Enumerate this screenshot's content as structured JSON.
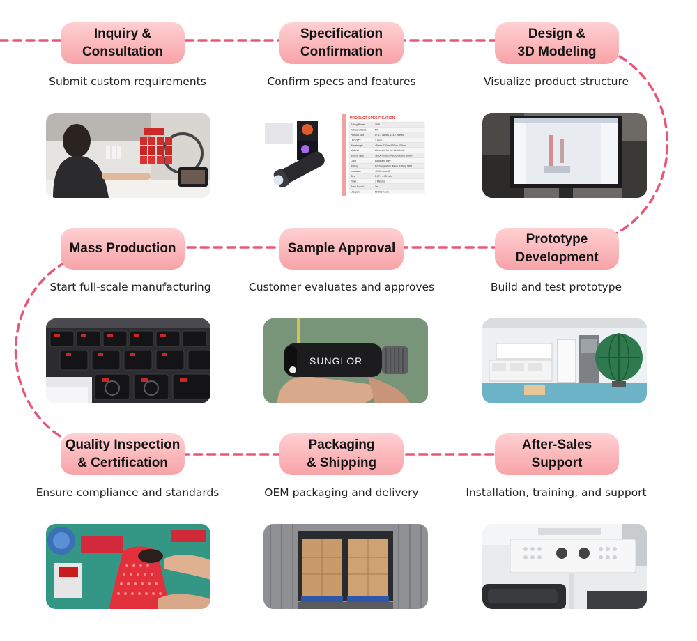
{
  "steps": [
    {
      "id": "inquiry",
      "title": "Inquiry &\nConsultation",
      "description": "Submit custom requirements",
      "photo_icon": "customer-consultation-photo"
    },
    {
      "id": "specification",
      "title": "Specification\nConfirmation",
      "description": "Confirm specs and features",
      "photo_icon": "product-spec-sheet-photo"
    },
    {
      "id": "design",
      "title": "Design &\n3D Modeling",
      "description": "Visualize product structure",
      "photo_icon": "cad-modeling-photo"
    },
    {
      "id": "mass-production",
      "title": "Mass Production",
      "description": "Start full-scale manufacturing",
      "photo_icon": "production-line-photo"
    },
    {
      "id": "sample-approval",
      "title": "Sample Approval",
      "description": "Customer evaluates and approves",
      "photo_icon": "flashlight-sample-photo"
    },
    {
      "id": "prototype",
      "title": "Prototype\nDevelopment",
      "description": "Build and test prototype",
      "photo_icon": "test-lab-photo"
    },
    {
      "id": "quality",
      "title": "Quality Inspection\n& Certification",
      "description": "Ensure compliance and standards",
      "photo_icon": "quality-inspection-photo"
    },
    {
      "id": "packaging",
      "title": "Packaging\n& Shipping",
      "description": "OEM packaging and delivery",
      "photo_icon": "shipping-container-photo"
    },
    {
      "id": "after-sales",
      "title": "After-Sales\nSupport",
      "description": "Installation, training, and support",
      "photo_icon": "installed-panel-photo"
    }
  ],
  "photo_text": {
    "spec_heading": "PRODUCT SPECIFICATION",
    "spec_rows": [
      [
        "Rating Power",
        "10W"
      ],
      [
        "Anti-sensitised",
        "5W"
      ],
      [
        "Product Size",
        "D: 1.1 inches, L: 4.7 inches"
      ],
      [
        "LED QTY",
        "3 Leds"
      ],
      [
        "Wavelength",
        "450nm 630nm 670nm 810nm"
      ],
      [
        "Material",
        "Aluminum for the torch body"
      ],
      [
        "Battery Type",
        "18650 Lithium Rechargeable Battery"
      ],
      [
        "Color",
        "Black and grey"
      ],
      [
        "Battery",
        "Rechargeable Lithium Battery 1865"
      ],
      [
        "Irradiance",
        ">100 mw/cm2"
      ],
      [
        "Size",
        "5.67 x 4.33 inch"
      ],
      [
        "Timer",
        "3 Minutes"
      ],
      [
        "Beep Sound",
        "Yes"
      ],
      [
        "Lifespan",
        "50,000 hours"
      ]
    ],
    "sample_brand": "SUNGLOR"
  },
  "theme": {
    "accent": "#e8577a",
    "badge_top": "#ffd0d2",
    "badge_bottom": "#f7a3a8",
    "text": "#141414"
  }
}
